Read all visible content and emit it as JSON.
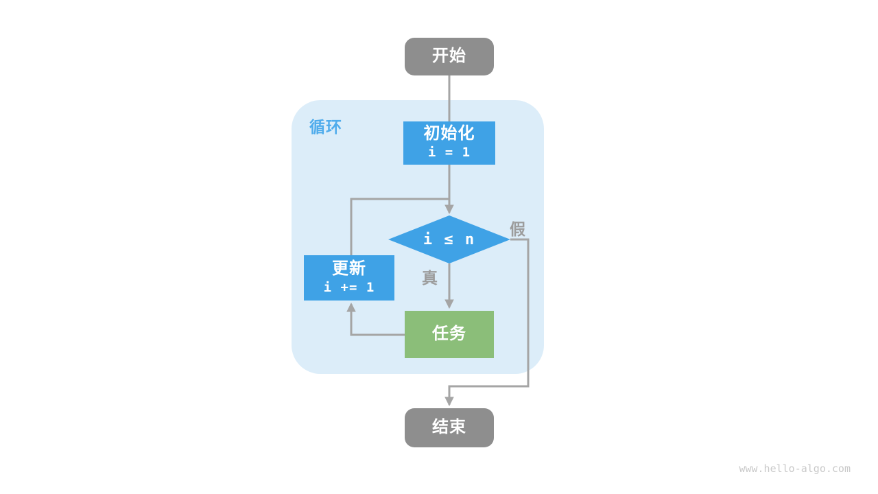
{
  "watermark": "www.hello-algo.com",
  "colors": {
    "node_blue": "#3FA2E6",
    "node_green": "#8BBE79",
    "node_gray": "#8E8E8E",
    "loop_container_bg": "#DCEDF9",
    "loop_label_blue": "#4FACEC",
    "edge_gray": "#A5A5A5",
    "edge_label_gray": "#9C9C9C",
    "node_text_white": "#FFFFFF",
    "watermark_gray": "#C9C9C9"
  },
  "flowchart": {
    "container_label": "循环",
    "nodes": {
      "start": {
        "label": "开始"
      },
      "init": {
        "label": "初始化",
        "code": "i = 1"
      },
      "condition": {
        "label": "i ≤ n"
      },
      "update": {
        "label": "更新",
        "code": "i += 1"
      },
      "task": {
        "label": "任务"
      },
      "end": {
        "label": "结束"
      }
    },
    "edge_labels": {
      "true": "真",
      "false": "假"
    }
  }
}
